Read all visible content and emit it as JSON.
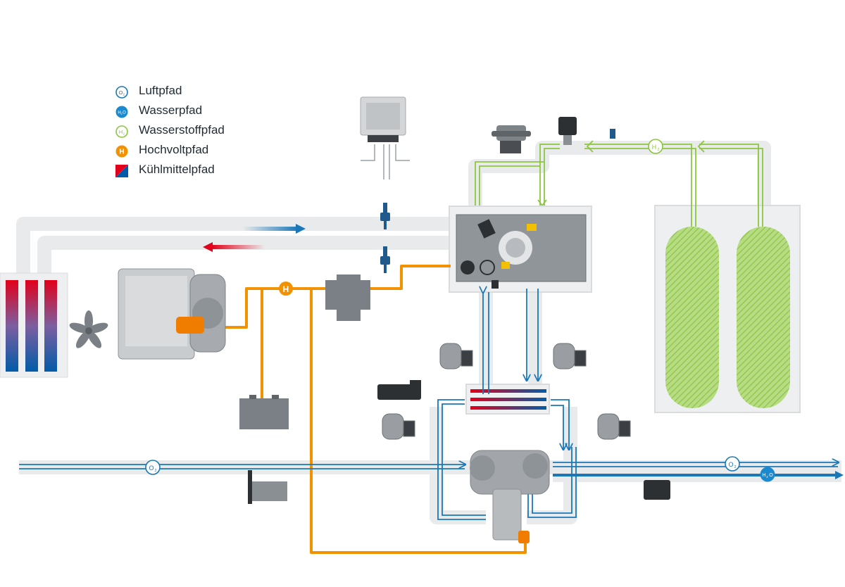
{
  "legend": {
    "items": [
      {
        "id": "air",
        "label": "Luftpfad",
        "icon": "o2-outline-icon",
        "color": "#1a78b8"
      },
      {
        "id": "water",
        "label": "Wasserpfad",
        "icon": "h2o-filled-icon",
        "color": "#1a8ad0"
      },
      {
        "id": "hydrogen",
        "label": "Wasserstoffpfad",
        "icon": "h2-outline-icon",
        "color": "#8cc63f"
      },
      {
        "id": "hv",
        "label": "Hochvoltpfad",
        "icon": "h-filled-icon",
        "color": "#f39200"
      },
      {
        "id": "coolant",
        "label": "Kühlmittelpfad",
        "icon": "coolant-split-icon",
        "color_hot": "#e2001a",
        "color_cold": "#005ca9"
      }
    ]
  },
  "path_badges": {
    "o2": "O",
    "o2_sub": "2",
    "h2o_h": "H",
    "h2o_sub": "2",
    "h2o_o": "O",
    "h2": "H",
    "h2_sub": "2",
    "hv": "H"
  },
  "colors": {
    "pipe_bg": "#e9eaeb",
    "pipe_edge": "#d6d8da",
    "air": "#1a78b8",
    "hydrogen": "#8cc63f",
    "hv": "#f39200",
    "hot": "#e2001a",
    "cold": "#005ca9",
    "component": "#8a8f94"
  }
}
